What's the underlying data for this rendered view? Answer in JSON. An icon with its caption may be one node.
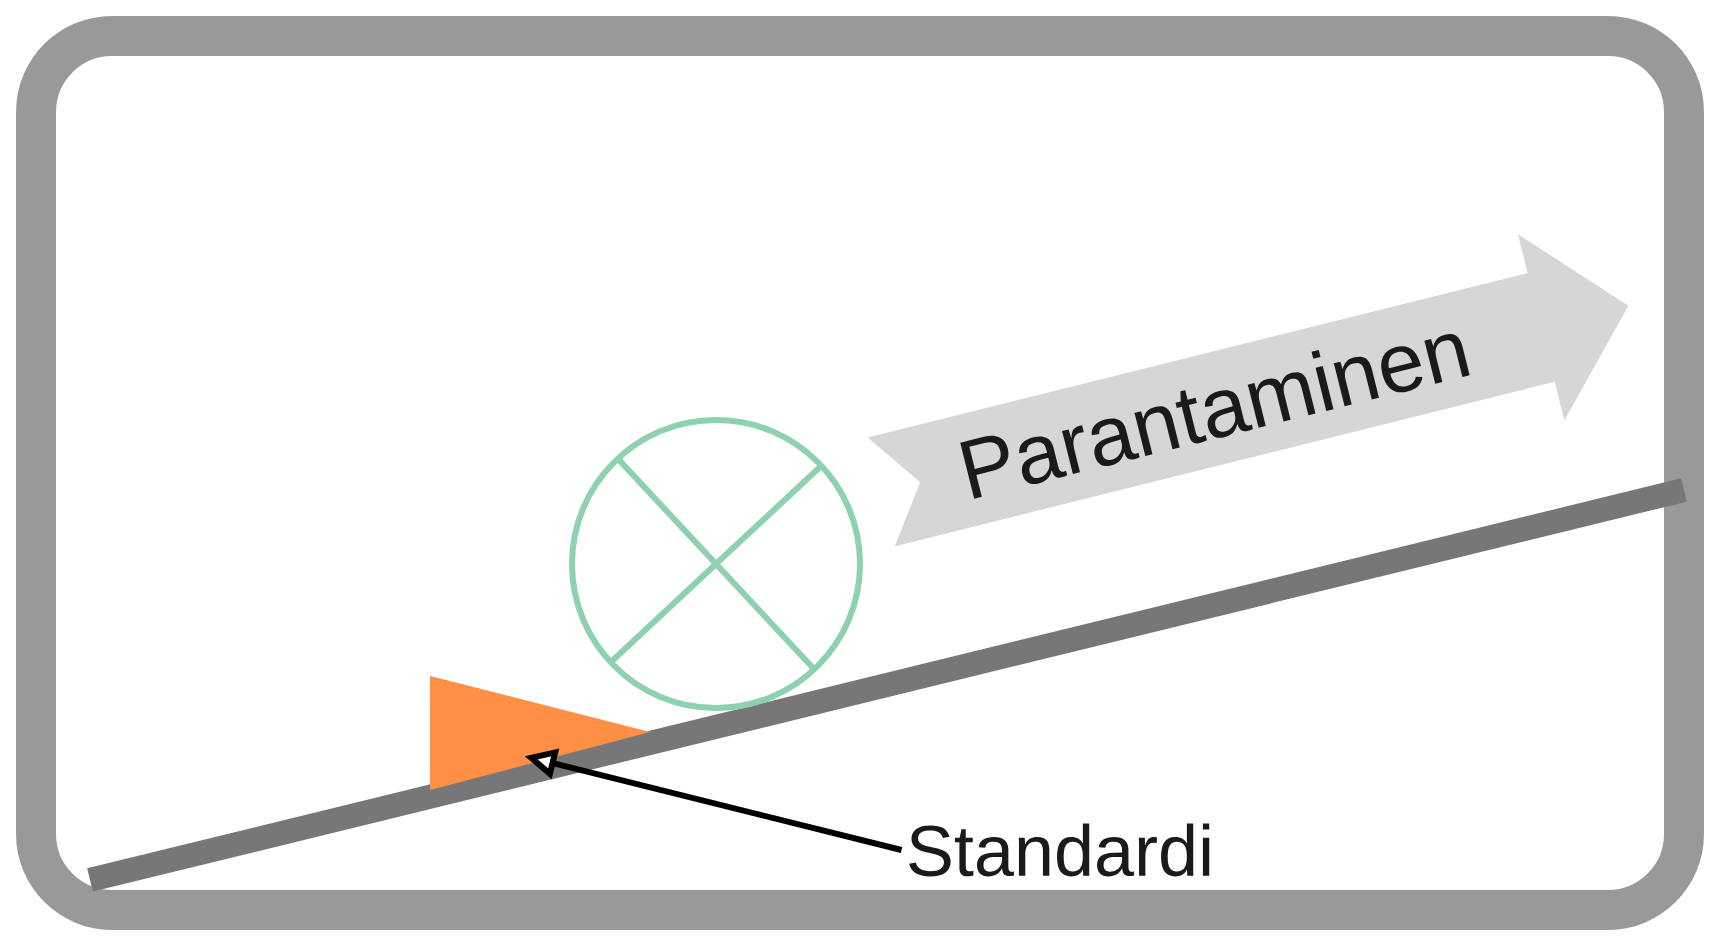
{
  "diagram": {
    "nodes": [
      {
        "text": [
          "Parantaminen"
        ]
      },
      {
        "text": [
          "Standardi"
        ]
      },
      {
        "text": [],
        "shape": "triangle"
      }
    ],
    "edges": [
      {
        "from": 1,
        "to": 2,
        "arrow": "to"
      }
    ]
  }
}
